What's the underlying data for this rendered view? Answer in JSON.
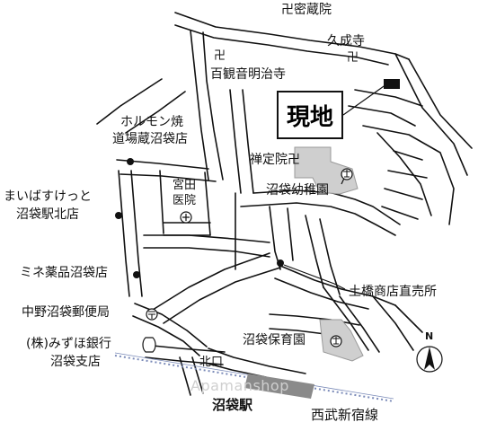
{
  "labels": {
    "mitsuzoji": "卍密蔵院",
    "kuseiji": "久成寺",
    "kuseiji_mark": "卍",
    "hyakkan_mark": "卍",
    "hyakkan": "百観音明治寺",
    "genchi": "現地",
    "horumon_1": "ホルモン焼",
    "horumon_2": "道場蔵沼袋店",
    "miyata_1": "宮田",
    "miyata_2": "医院",
    "zenjoin": "禅定院卍",
    "numabukuro_kindergarten": "沼袋幼稚園",
    "maibasu_1": "まいばすけっと",
    "maibasu_2": "沼袋駅北店",
    "mine": "ミネ薬品沼袋店",
    "dobashi": "土橋商店直売所",
    "post_office": "中野沼袋郵便局",
    "mizuho_1": "(株)みずほ銀行",
    "mizuho_2": "沼袋支店",
    "nursery": "沼袋保育園",
    "kitaguchi": "北口",
    "watermark": "Apamanshop",
    "station": "沼袋駅",
    "seibu_line": "西武新宿線",
    "north": "N"
  },
  "colors": {
    "road": "#111111",
    "building": "#cfcfcf",
    "rail": "#7a8ab8",
    "station": "#8a8a8a"
  }
}
